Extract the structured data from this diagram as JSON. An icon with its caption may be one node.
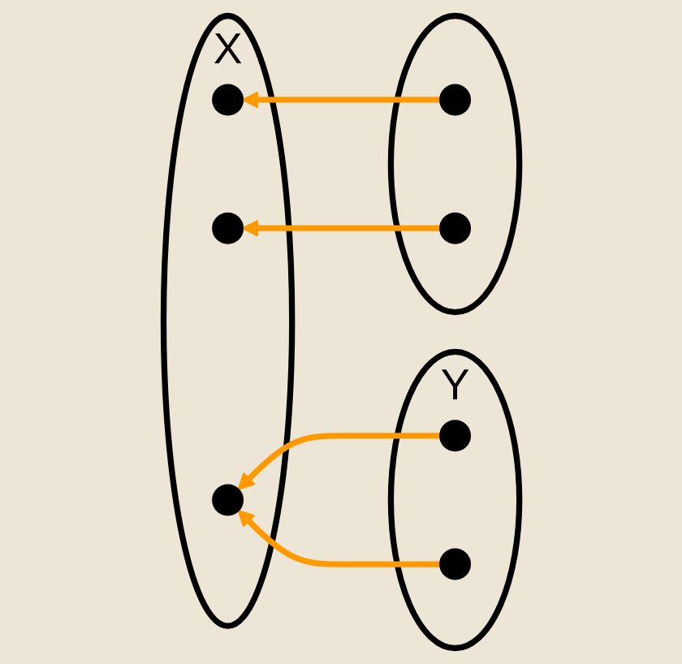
{
  "diagram": {
    "nodes": [
      {
        "text": [
          "X"
        ]
      },
      {
        "text": [],
        "shape": "circle",
        "in": 0
      },
      {
        "text": [],
        "shape": "circle",
        "in": 0
      },
      {
        "text": [],
        "shape": "circle",
        "in": 0
      },
      {
        "text": [],
        "shape": "ellipse"
      },
      {
        "text": [],
        "shape": "circle",
        "in": 4
      },
      {
        "text": [],
        "shape": "circle",
        "in": 4
      },
      {
        "text": [
          "Y"
        ]
      },
      {
        "text": [],
        "shape": "circle",
        "in": 7
      },
      {
        "text": [],
        "shape": "circle",
        "in": 7
      }
    ],
    "edges": [
      {
        "from": 5,
        "to": 1,
        "arrow": "to"
      },
      {
        "from": 6,
        "to": 2,
        "arrow": "to"
      },
      {
        "from": 8,
        "to": 3,
        "arrow": "to"
      },
      {
        "from": 9,
        "to": 3,
        "arrow": "to"
      }
    ]
  }
}
